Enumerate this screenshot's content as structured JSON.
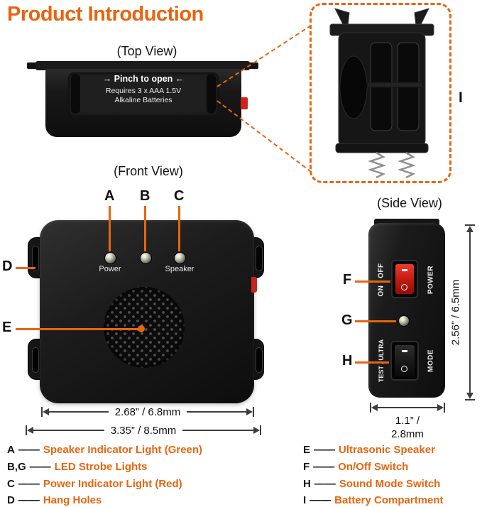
{
  "accent": "#E8650E",
  "title": "Product Introduction",
  "top_view": {
    "caption": "(Top View)",
    "pinch_label": "→ Pinch to open ←",
    "battery_req_line1": "Requires 3 x AAA 1.5V",
    "battery_req_line2": "Alkaline Batteries"
  },
  "battery_view": {
    "callout": "I"
  },
  "front_view": {
    "caption": "(Front View)",
    "callout_a": "A",
    "callout_b": "B",
    "callout_c": "C",
    "callout_d": "D",
    "callout_e": "E",
    "led_power_label": "Power",
    "led_speaker_label": "Speaker",
    "dim_speaker": "2.68” / 6.8mm",
    "dim_body": "3.35” / 8.5mm"
  },
  "side_view": {
    "caption": "(Side View)",
    "callout_f": "F",
    "callout_g": "G",
    "callout_h": "H",
    "label_on_off": "ON / OFF",
    "label_power": "POWER",
    "label_test_ultra": "TEST / ULTRA",
    "label_mode": "MODE",
    "dim_height": "2.56” / 6.5mm",
    "dim_depth": "1.1” / 2.8mm"
  },
  "legend": {
    "left": [
      {
        "key": "A",
        "sep": "——",
        "text": "Speaker Indicator Light (Green)"
      },
      {
        "key": "B,G",
        "sep": "——",
        "text": "LED Strobe Lights"
      },
      {
        "key": "C",
        "sep": "——",
        "text": "Power Indicator Light (Red)"
      },
      {
        "key": "D",
        "sep": "——",
        "text": "Hang Holes"
      }
    ],
    "right": [
      {
        "key": "E",
        "sep": "——",
        "text": "Ultrasonic Speaker"
      },
      {
        "key": "F",
        "sep": "——",
        "text": "On/Off Switch"
      },
      {
        "key": "H",
        "sep": "——",
        "text": "Sound Mode Switch"
      },
      {
        "key": "I",
        "sep": "——",
        "text": "Battery Compartment"
      }
    ]
  }
}
